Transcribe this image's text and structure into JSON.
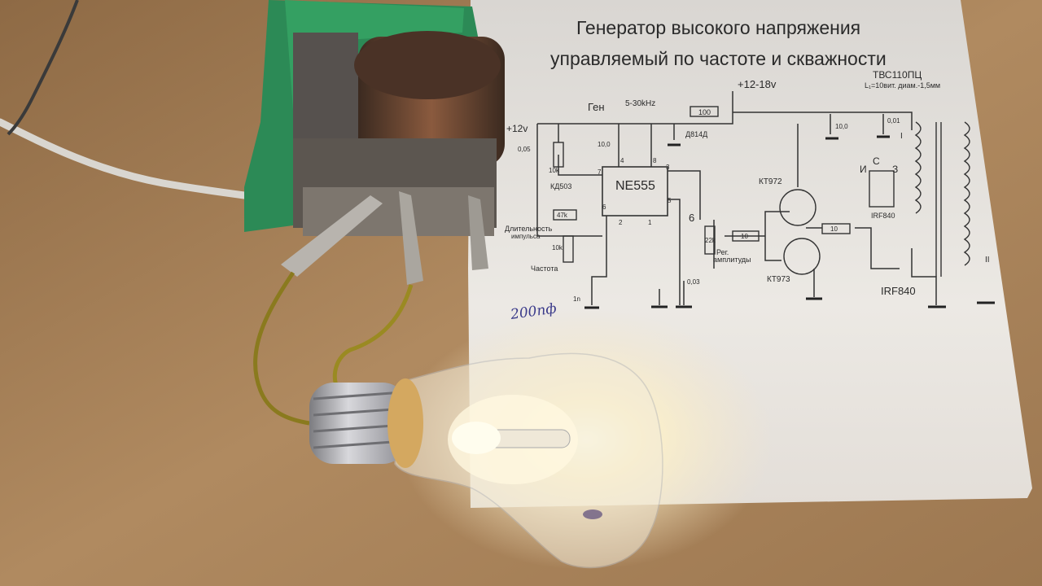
{
  "sheet": {
    "title_line1": "Генератор высокого напряжения",
    "title_line2": "управляемый по частоте и скважности",
    "handwritten_note": "200пф"
  },
  "schematic": {
    "supply_12": "+12v",
    "supply_12_18": "+12-18v",
    "gen_label": "Ген",
    "gen_freq": "5-30kHz",
    "chip": "NE555",
    "transformer": "ТВС110ПЦ",
    "winding_note": "L₁=10вит. диам.-1,5мм",
    "r_100": "100",
    "zener": "Д814Д",
    "diode_kd": "КД503",
    "pulse_width_l1": "Длительность",
    "pulse_width_l2": "импульса",
    "freq_label": "Частота",
    "amp_l1": "Рег.",
    "amp_l2": "амплитуды",
    "kt972": "КТ972",
    "kt973": "КТ973",
    "irf840": "IRF840",
    "irf840_pkg": "IRF840",
    "pin_i": "И",
    "pin_c": "С",
    "pin_z": "З",
    "c_005": "0,05",
    "c_10_a": "10,0",
    "c_10_b": "10,0",
    "c_001": "0,01",
    "c_003": "0,03",
    "c_1n": "1n",
    "r_10k_a": "10k",
    "r_47k": "47k",
    "r_10k_b": "10k",
    "r_22k": "22k",
    "r_10_a": "10",
    "r_10_b": "10",
    "pin_3": "3",
    "pin_4": "4",
    "pin_8": "8",
    "pin_7": "7",
    "pin_6": "6",
    "pin_2": "2",
    "pin_5": "5",
    "pin_1": "1",
    "six": "6",
    "coil_1": "I",
    "coil_2": "II"
  }
}
